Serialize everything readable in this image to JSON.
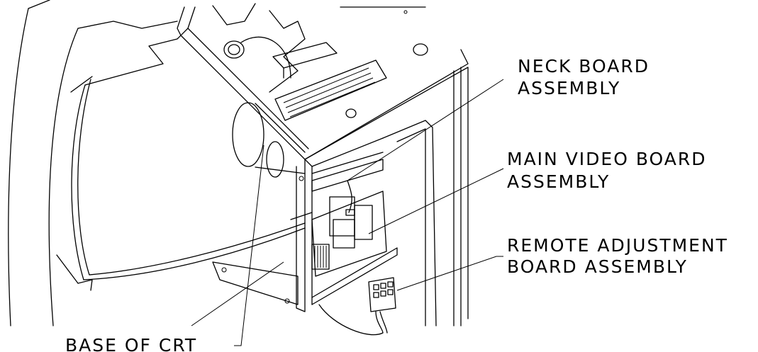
{
  "labels": {
    "neck_board": [
      "NECK BOARD",
      "ASSEMBLY"
    ],
    "main_video": [
      "MAIN VIDEO BOARD",
      "ASSEMBLY"
    ],
    "remote_adj": [
      "REMOTE ADJUSTMENT",
      "BOARD ASSEMBLY"
    ],
    "base_crt": "BASE OF CRT"
  }
}
